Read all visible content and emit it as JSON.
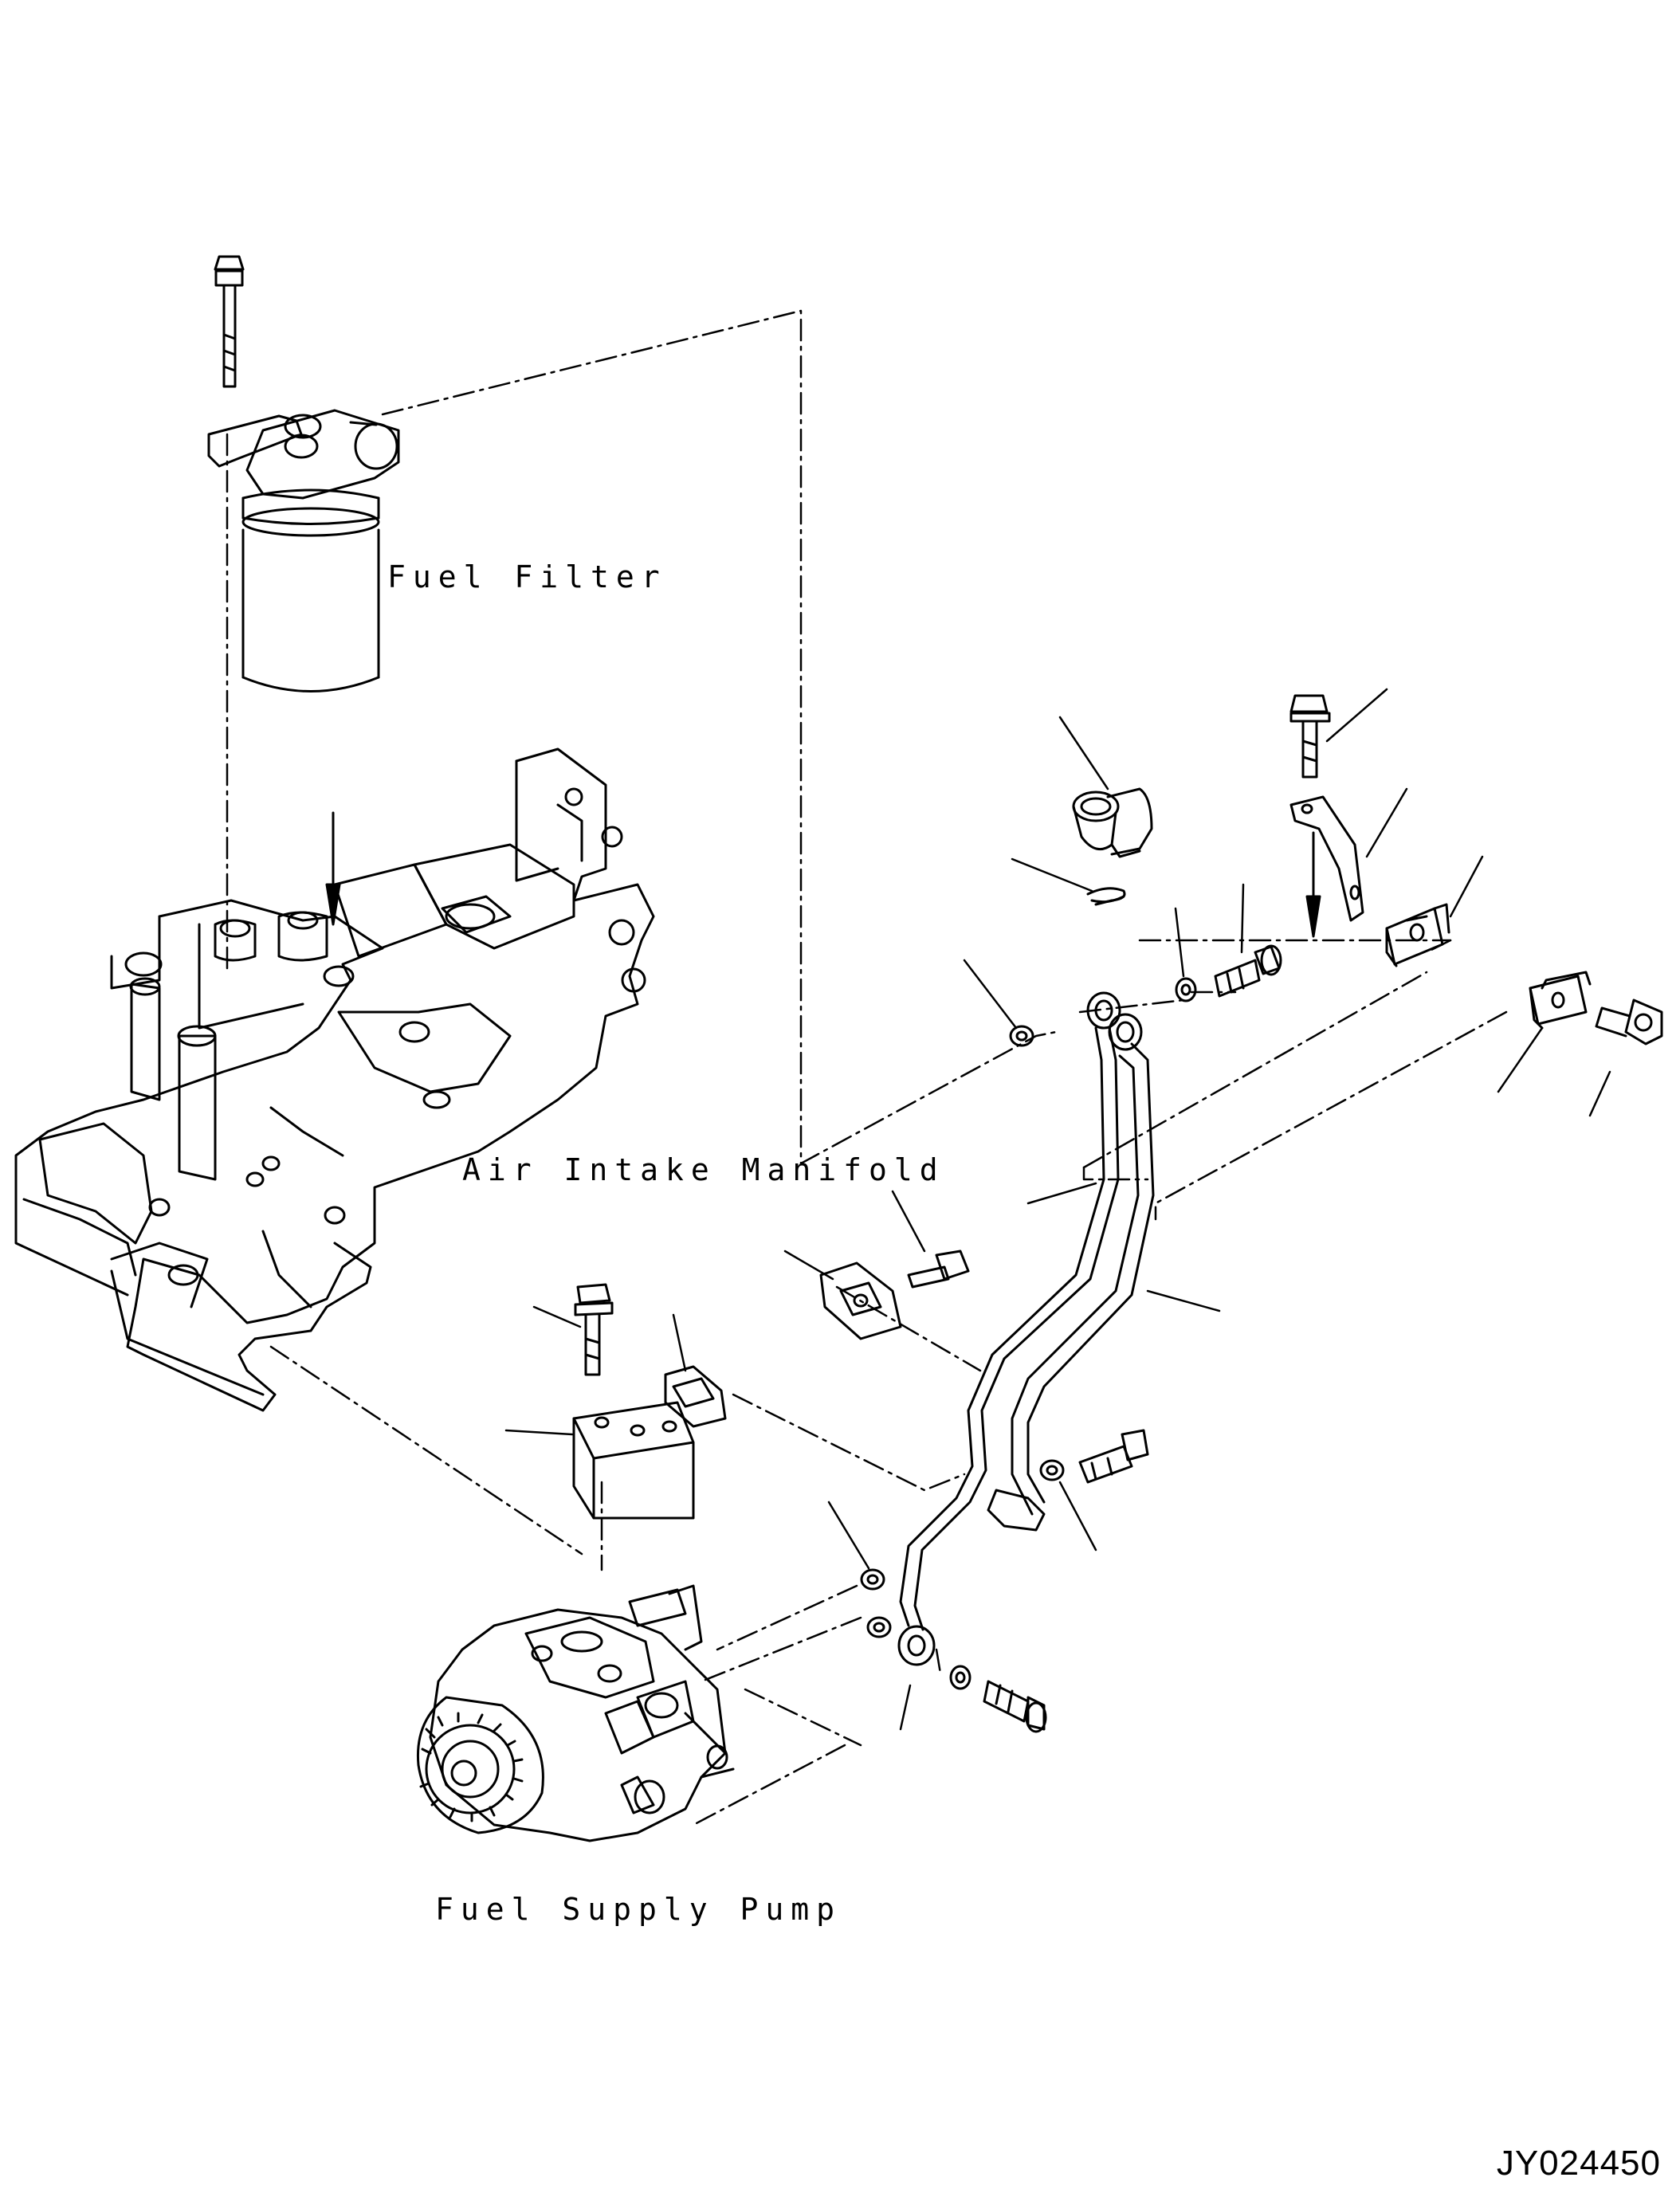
{
  "labels": {
    "fuel_filter": "Fuel Filter",
    "air_intake_manifold": "Air Intake Manifold",
    "fuel_supply_pump": "Fuel Supply Pump"
  },
  "drawing_id": "JY024450"
}
